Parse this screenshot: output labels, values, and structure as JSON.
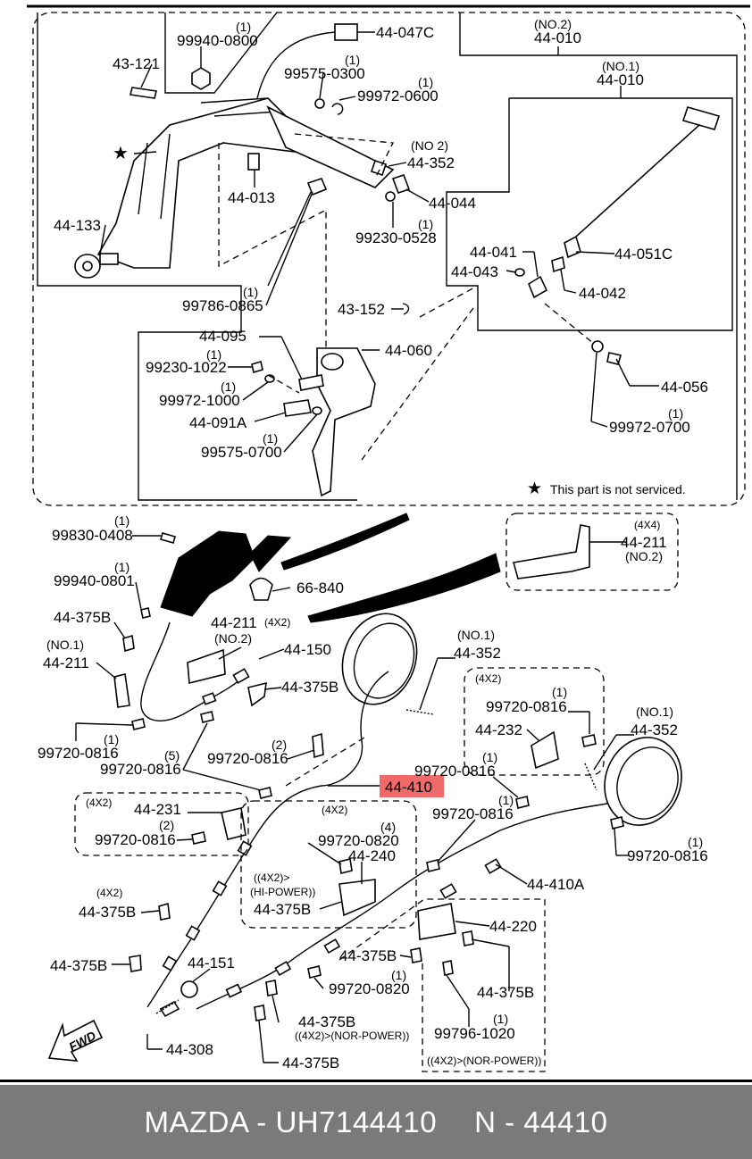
{
  "diagram": {
    "callouts": {
      "q_9994_0800": "(1)",
      "p_9994_0800": "99940-0800",
      "p_44_047c": "44-047C",
      "q_no2_44010": "(NO.2)",
      "p_44_010_no2": "44-010",
      "p_43_121": "43-121",
      "q_99575_0300": "(1)",
      "p_99575_0300": "99575-0300",
      "q_99972_0600": "(1)",
      "p_99972_0600": "99972-0600",
      "q_no1_44010": "(NO.1)",
      "p_44_010_no1": "44-010",
      "star": "★",
      "q_no2_44352": "(NO 2)",
      "p_44_352_no2": "44-352",
      "p_44_013": "44-013",
      "p_44_044": "44-044",
      "q_99230_0528": "(1)",
      "p_99230_0528": "99230-0528",
      "p_44_133": "44-133",
      "p_44_041": "44-041",
      "p_44_051c": "44-051C",
      "p_44_043": "44-043",
      "p_44_042": "44-042",
      "q_99786_0865": "(1)",
      "p_99786_0865": "99786-0865",
      "p_43_152": "43-152",
      "p_44_095": "44-095",
      "p_44_060": "44-060",
      "q_99230_1022": "(1)",
      "p_99230_1022": "99230-1022",
      "q_99972_1000": "(1)",
      "p_99972_1000": "99972-1000",
      "p_44_056": "44-056",
      "p_44_091a": "44-091A",
      "q_99972_0700": "(1)",
      "p_99972_0700": "99972-0700",
      "q_99575_0700": "(1)",
      "p_99575_0700": "99575-0700",
      "note_star": "★",
      "note_text": "This part is not serviced.",
      "q_99830_0408": "(1)",
      "p_99830_0408": "99830-0408",
      "q_4x4": "(4X4)",
      "p_44_211_4x4": "44-211",
      "q_no2_4x4": "(NO.2)",
      "q_99940_0801": "(1)",
      "p_99940_0801": "99940-0801",
      "p_66_840": "66-840",
      "p_44_375b_a": "44-375B",
      "p_44_211_4x2": "44-211",
      "q_4x2_a": "(4X2)",
      "q_no2_4x2": "(NO.2)",
      "q_no1_44211": "(NO.1)",
      "p_44_211_no1": "44-211",
      "p_44_150": "44-150",
      "q_no1_44352a": "(NO.1)",
      "p_44_352_a": "44-352",
      "p_44_375b_b": "44-375B",
      "q_4x2_b": "(4X2)",
      "q_99720_0816_a": "(1)",
      "p_99720_0816_a": "99720-0816",
      "q_no1_44352b": "(NO.1)",
      "p_44_352_b": "44-352",
      "p_44_232": "44-232",
      "q_99720_0816_b": "(1)",
      "p_99720_0816_b": "99720-0816",
      "q_99720_0816_c": "(2)",
      "p_99720_0816_c": "99720-0816",
      "q_99720_0816_d": "(5)",
      "p_99720_0816_d": "99720-0816",
      "q_99720_0816_e": "(1)",
      "p_99720_0816_e": "99720-0816",
      "p_44_410": "44-410",
      "q_4x2_c": "(4X2)",
      "p_44_231": "44-231",
      "q_4x2_d": "(4X2)",
      "q_99720_0820_a": "(4)",
      "p_99720_0820_a": "99720-0820",
      "q_99720_0816_f": "(2)",
      "p_99720_0816_f": "99720-0816",
      "p_44_240": "44-240",
      "q_99720_0816_g": "(1)",
      "p_99720_0816_g": "99720-0816",
      "q_99720_0816_h": "(1)",
      "p_99720_0816_h": "99720-0816",
      "q_4x2_hi1": "((4X2)>",
      "q_hipower": "(HI-POWER))",
      "q_4x2_e": "(4X2)",
      "p_44_375b_c": "44-375B",
      "p_44_410a": "44-410A",
      "p_44_375b_d": "44-375B",
      "p_44_220": "44-220",
      "p_44_375b_e": "44-375B",
      "p_44_375b_f": "44-375B",
      "p_44_151": "44-151",
      "q_99720_0820_b": "(1)",
      "p_99720_0820_b": "99720-0820",
      "p_44_375b_g": "44-375B",
      "p_44_375b_h": "44-375B",
      "q_norpower_a": "((4X2)>(NOR-POWER))",
      "q_99796_1020": "(1)",
      "p_99796_1020": "99796-1020",
      "p_44_308": "44-308",
      "p_44_375b_i": "44-375B",
      "q_norpower_b": "((4X2)>(NOR-POWER))",
      "fwd": "FWD"
    },
    "highlight": {
      "part": "44-410",
      "color": "#f06a6a"
    }
  },
  "footer": {
    "left": "MAZDA - UH7144410",
    "right": "N - 44410",
    "bg_color": "#7a7a7a"
  }
}
